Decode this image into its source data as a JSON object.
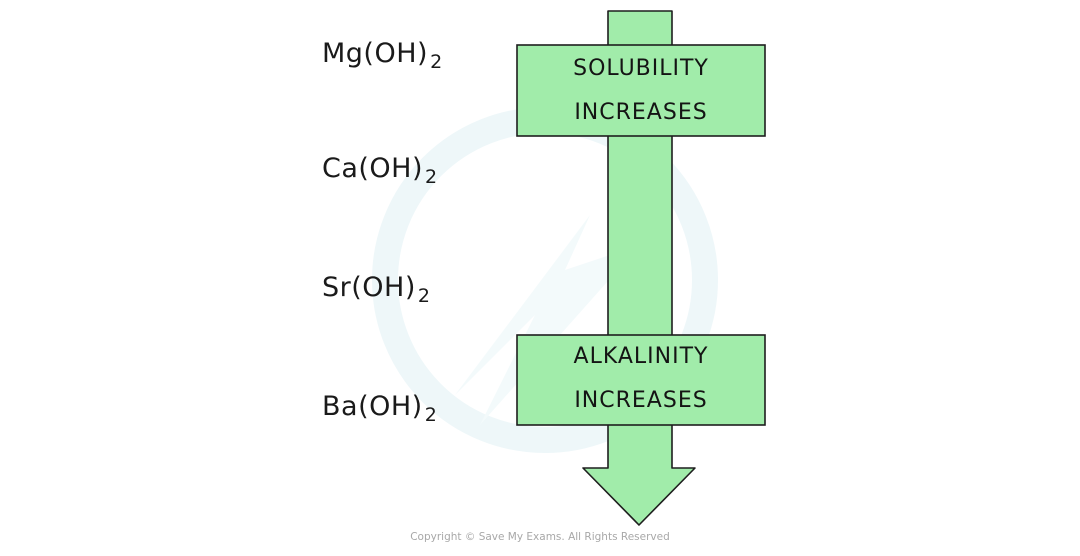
{
  "compounds": [
    {
      "base": "Mg(OH)",
      "subscript": "2"
    },
    {
      "base": "Ca(OH)",
      "subscript": "2"
    },
    {
      "base": "Sr(OH)",
      "subscript": "2"
    },
    {
      "base": "Ba(OH)",
      "subscript": "2"
    }
  ],
  "boxes": {
    "solubility": {
      "line1": "SOLUBILITY",
      "line2": "INCREASES"
    },
    "alkalinity": {
      "line1": "ALKALINITY",
      "line2": "INCREASES"
    }
  },
  "copyright": "Copyright © Save My Exams. All Rights Reserved",
  "colors": {
    "arrow_fill": "#a1ecaa",
    "stroke": "#1e1e1e",
    "text": "#1a1a1a",
    "watermark": "#eef7f9"
  }
}
